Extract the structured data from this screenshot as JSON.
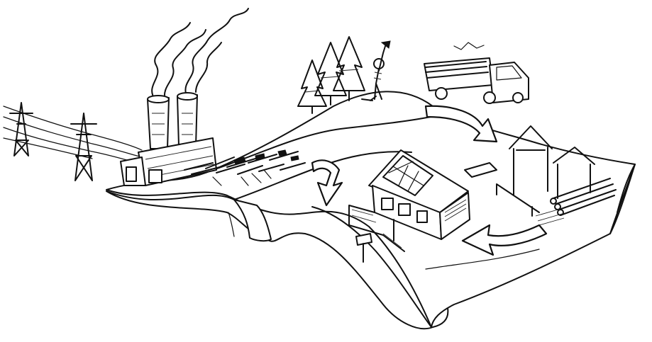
{
  "illustration": {
    "style": "black-and-white pen sketch",
    "ink_color": "#111111",
    "background_color": "#ffffff",
    "scenes": [
      "power-line-towers",
      "smoking-factory",
      "wood-debris-pile",
      "pine-trees",
      "lumberjack-with-axe",
      "log-truck",
      "timber-house-frame",
      "log-pile",
      "house-with-solar-panel",
      "mailbox"
    ],
    "arrows": [
      "arrow-hill-to-frame",
      "arrow-frame-to-house",
      "arrow-house-to-factory"
    ]
  }
}
